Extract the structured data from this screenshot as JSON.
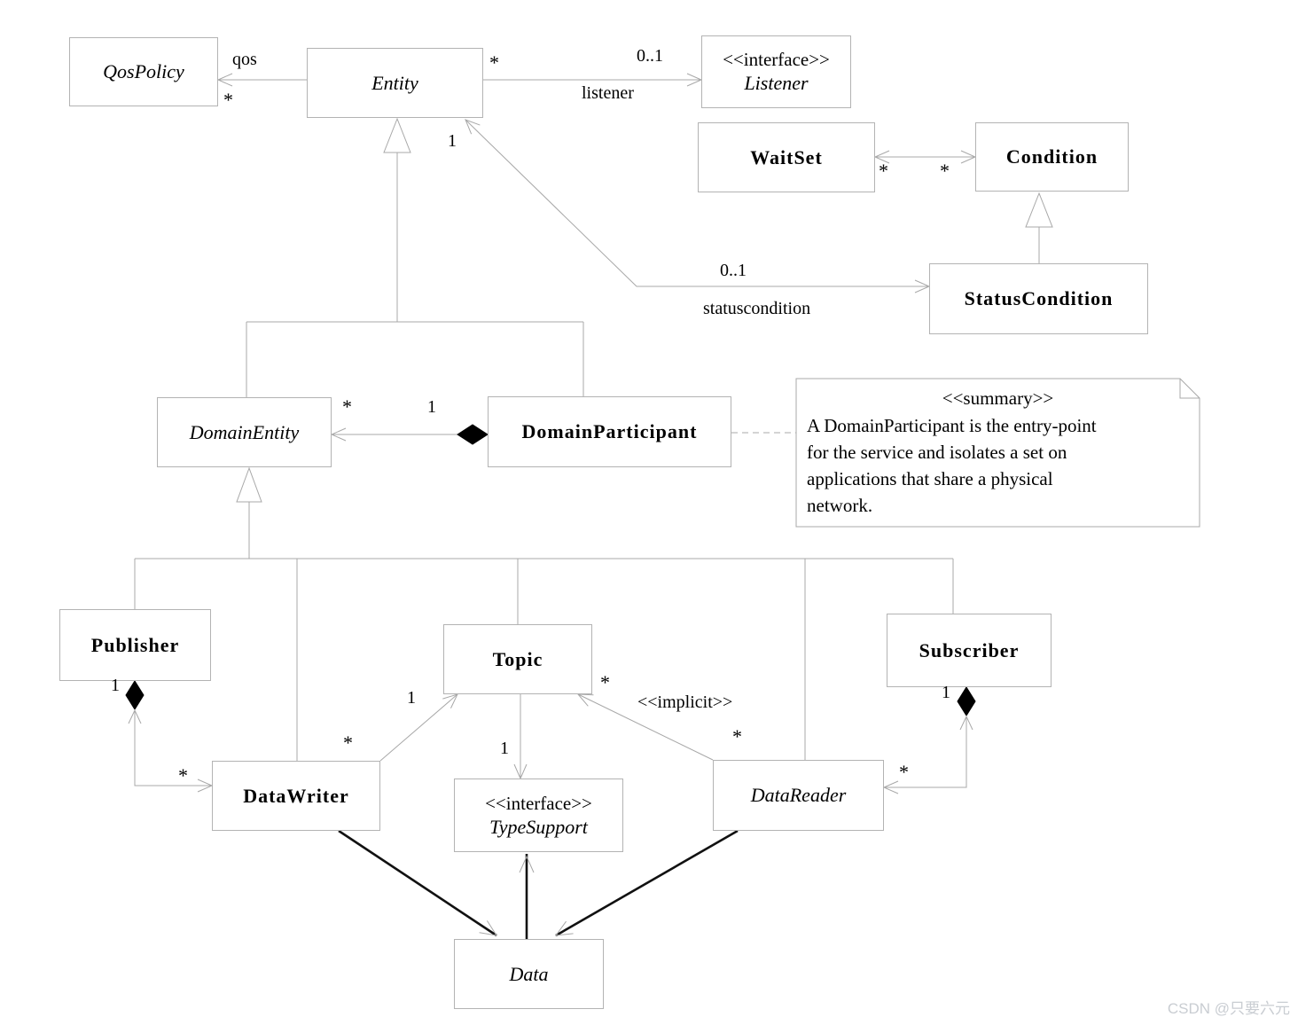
{
  "classes": {
    "qospolicy": {
      "name": "QosPolicy"
    },
    "entity": {
      "name": "Entity"
    },
    "listener": {
      "stereotype": "<<interface>>",
      "name": "Listener"
    },
    "waitset": {
      "name": "WaitSet"
    },
    "condition": {
      "name": "Condition"
    },
    "statuscondition": {
      "name": "StatusCondition"
    },
    "domainentity": {
      "name": "DomainEntity"
    },
    "domainparticipant": {
      "name": "DomainParticipant"
    },
    "publisher": {
      "name": "Publisher"
    },
    "topic": {
      "name": "Topic"
    },
    "subscriber": {
      "name": "Subscriber"
    },
    "datawriter": {
      "name": "DataWriter"
    },
    "datareader": {
      "name": "DataReader"
    },
    "typesupport": {
      "stereotype": "<<interface>>",
      "name": "TypeSupport"
    },
    "data": {
      "name": "Data"
    }
  },
  "note": {
    "stereotype": "<<summary>>",
    "lines": [
      "A DomainParticipant is the entry-point",
      "for the service and isolates a set on",
      "applications that share a physical",
      "network."
    ]
  },
  "labels": {
    "qos_role": "qos",
    "qos_mult": "*",
    "listener_src_mult": "*",
    "listener_mult": "0..1",
    "listener_role": "listener",
    "entity_gen_mult": "1",
    "statuscondition_mult": "0..1",
    "statuscondition_role": "statuscondition",
    "waitset_mult": "*",
    "condition_mult": "*",
    "domainentity_mult": "*",
    "domainparticipant_mult": "1",
    "publisher_mult": "1",
    "publisher_datawriter_mult": "*",
    "datawriter_topic_mult": "*",
    "topic_datawriter_mult": "1",
    "topic_typesupport_mult": "1",
    "topic_datareader_mult": "*",
    "implicit_stereotype": "<<implicit>>",
    "datareader_topic_mult": "*",
    "subscriber_mult": "1",
    "subscriber_datareader_mult": "*"
  },
  "colors": {
    "line": "#a8a8a8",
    "border": "#b3b3b3",
    "text": "#000000",
    "thick_line": "#111111",
    "watermark": "#c9cdd2"
  },
  "watermark": "CSDN @只要六元"
}
